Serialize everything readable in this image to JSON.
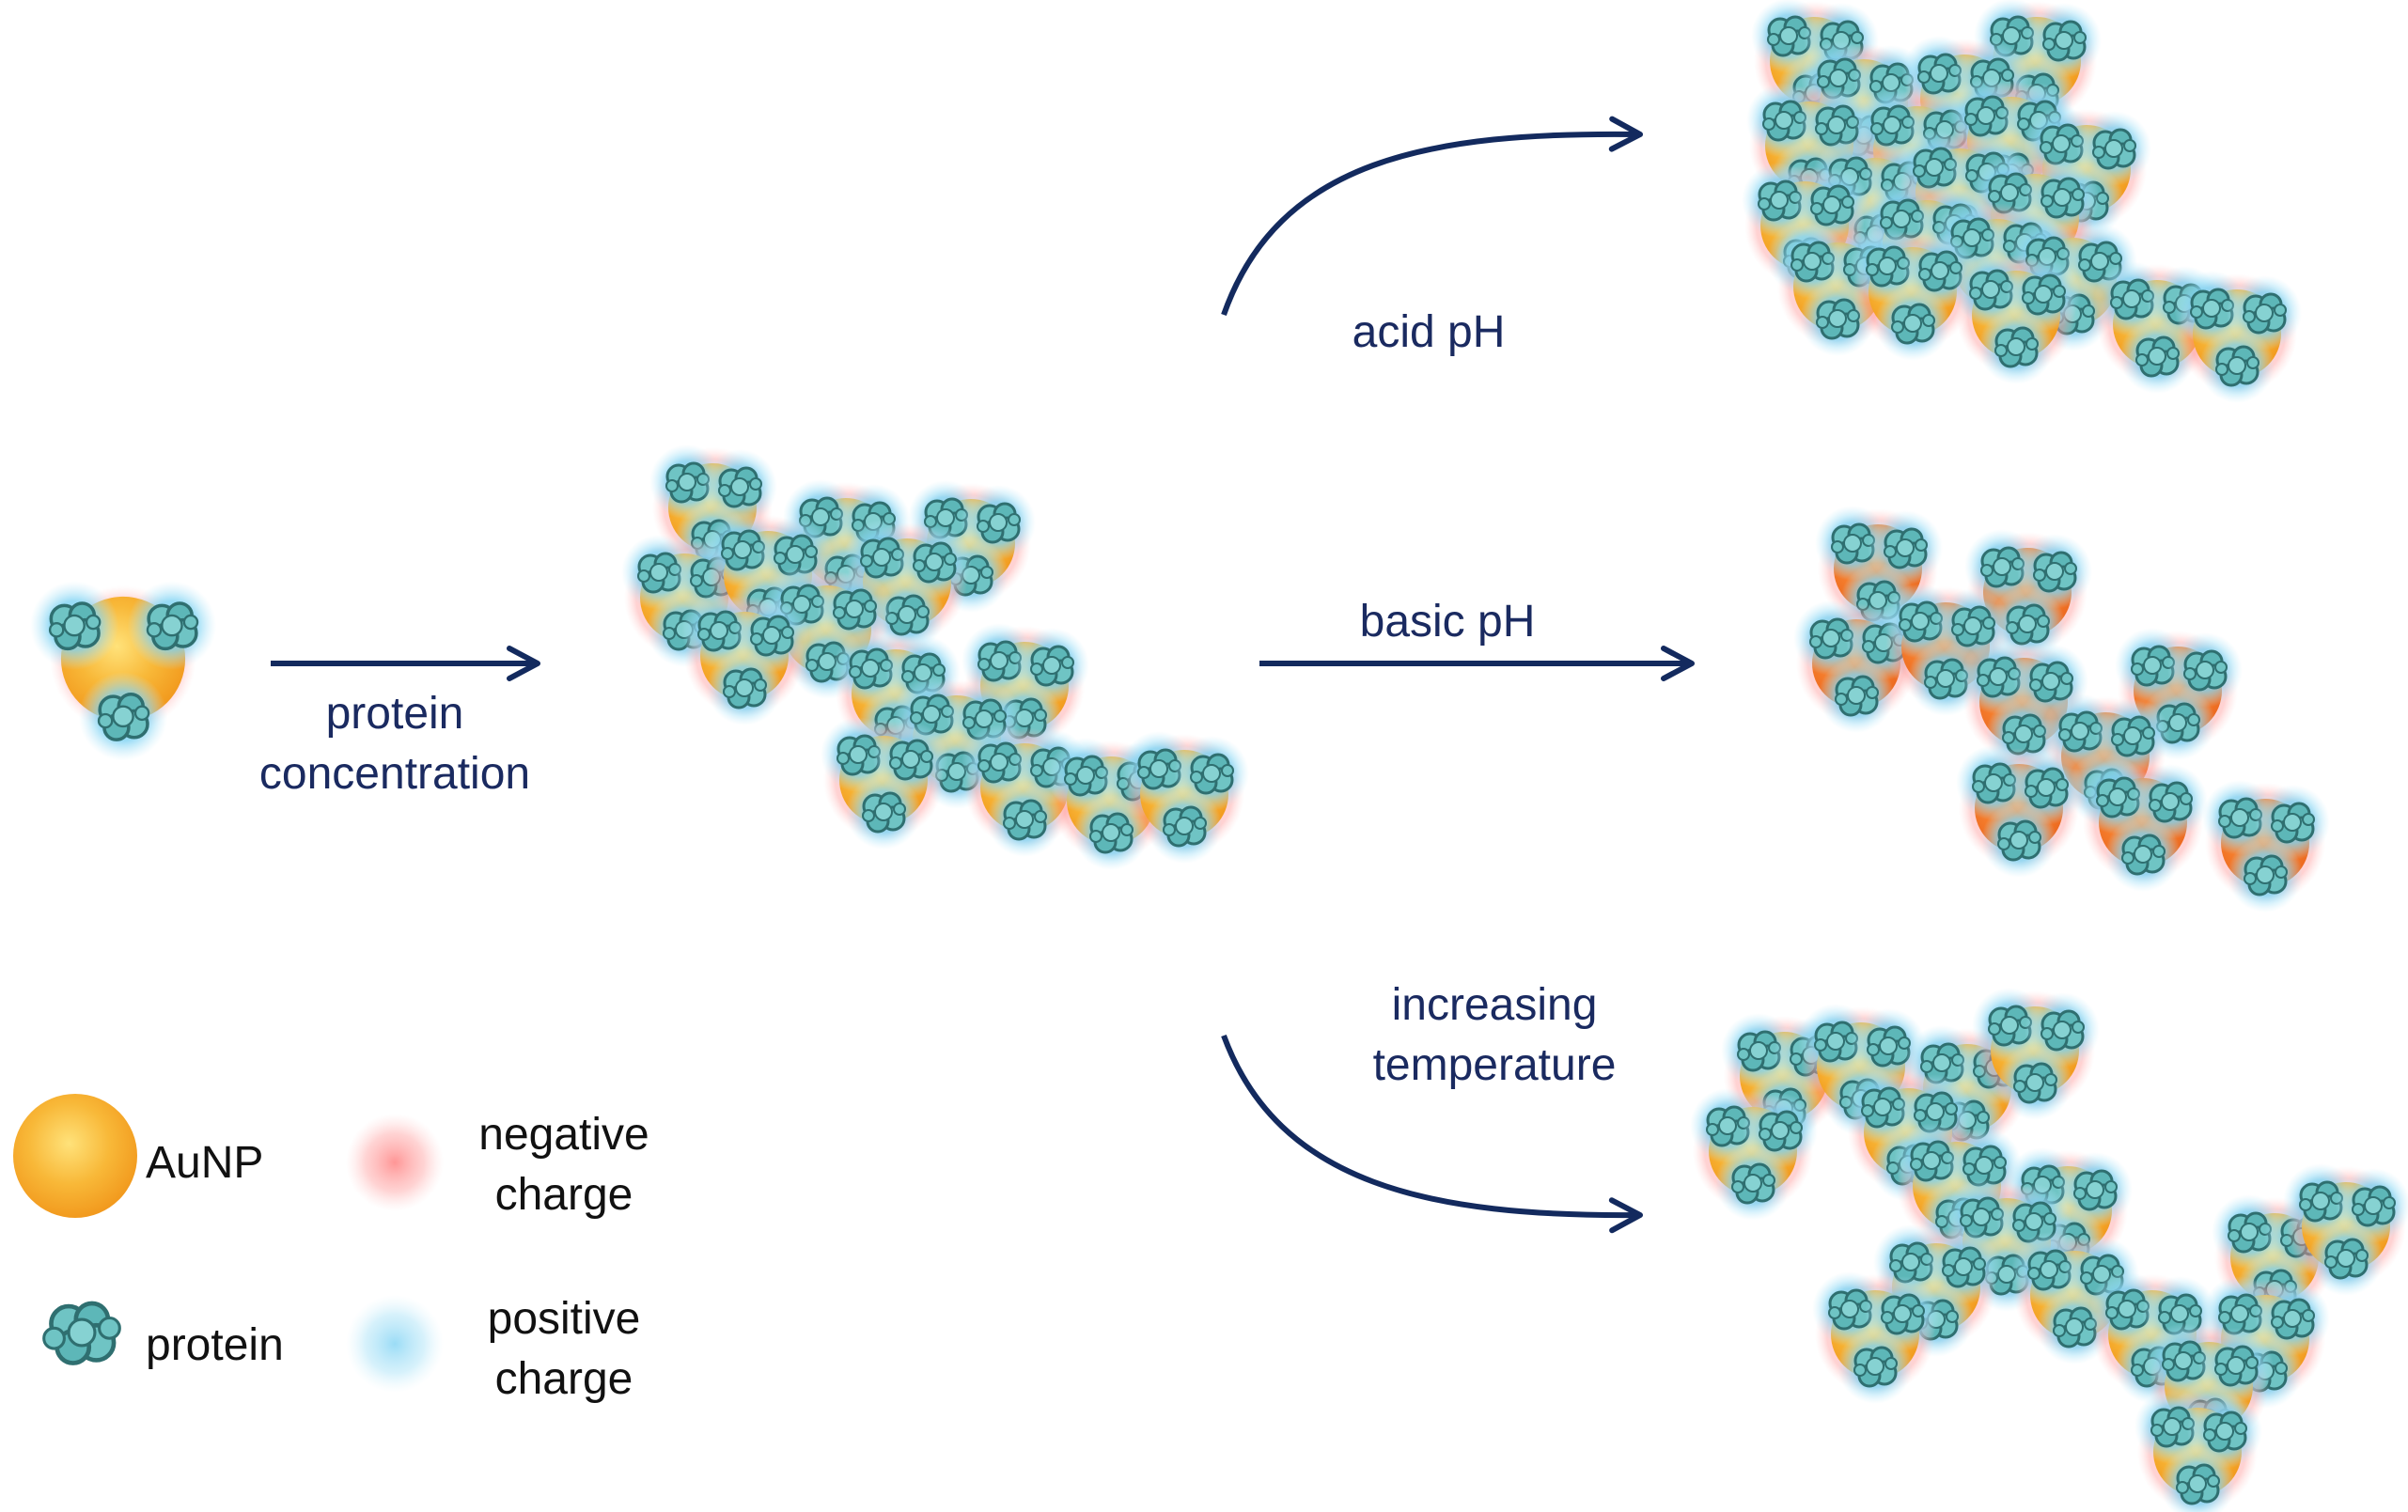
{
  "colors": {
    "aunp_core": "#f5a623",
    "aunp_light": "#ffe27a",
    "orange_core": "#f37f2d",
    "protein": "#6fc4c4",
    "protein_dark": "#2f6f70",
    "negative_glow": "#ff8a8a",
    "positive_glow": "#8fd8f5",
    "arrow": "#132a5e",
    "label_text": "#1a2a60"
  },
  "process_labels": {
    "protein_concentration": [
      "protein",
      "concentration"
    ],
    "acid": "acid pH",
    "basic": "basic pH",
    "temperature": [
      "increasing",
      "temperature"
    ]
  },
  "legend": {
    "aunp": "AuNP",
    "protein": "protein",
    "negative": [
      "negative",
      "charge"
    ],
    "positive": [
      "positive",
      "charge"
    ]
  }
}
